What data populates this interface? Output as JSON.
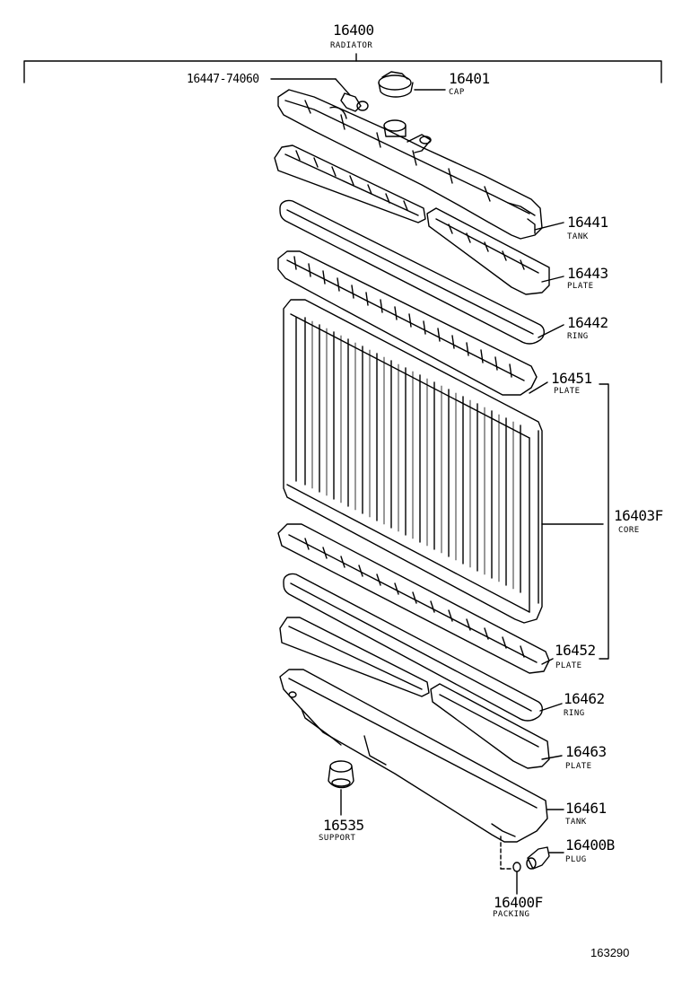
{
  "assembly": {
    "number": "16400",
    "name": "RADIATOR"
  },
  "parts": {
    "drain_cock": {
      "number": "16447-74060"
    },
    "cap": {
      "number": "16401",
      "name": "CAP"
    },
    "upper_tank": {
      "number": "16441",
      "name": "TANK"
    },
    "upper_tank_plate": {
      "number": "16443",
      "name": "PLATE"
    },
    "upper_ring": {
      "number": "16442",
      "name": "RING"
    },
    "upper_core_plate": {
      "number": "16451",
      "name": "PLATE"
    },
    "core": {
      "number": "16403F",
      "name": "CORE"
    },
    "lower_core_plate": {
      "number": "16452",
      "name": "PLATE"
    },
    "lower_ring": {
      "number": "16462",
      "name": "RING"
    },
    "lower_tank_plate": {
      "number": "16463",
      "name": "PLATE"
    },
    "lower_tank": {
      "number": "16461",
      "name": "TANK"
    },
    "support": {
      "number": "16535",
      "name": "SUPPORT"
    },
    "plug": {
      "number": "16400B",
      "name": "PLUG"
    },
    "packing": {
      "number": "16400F",
      "name": "PACKING"
    }
  },
  "figure_number": "163290"
}
